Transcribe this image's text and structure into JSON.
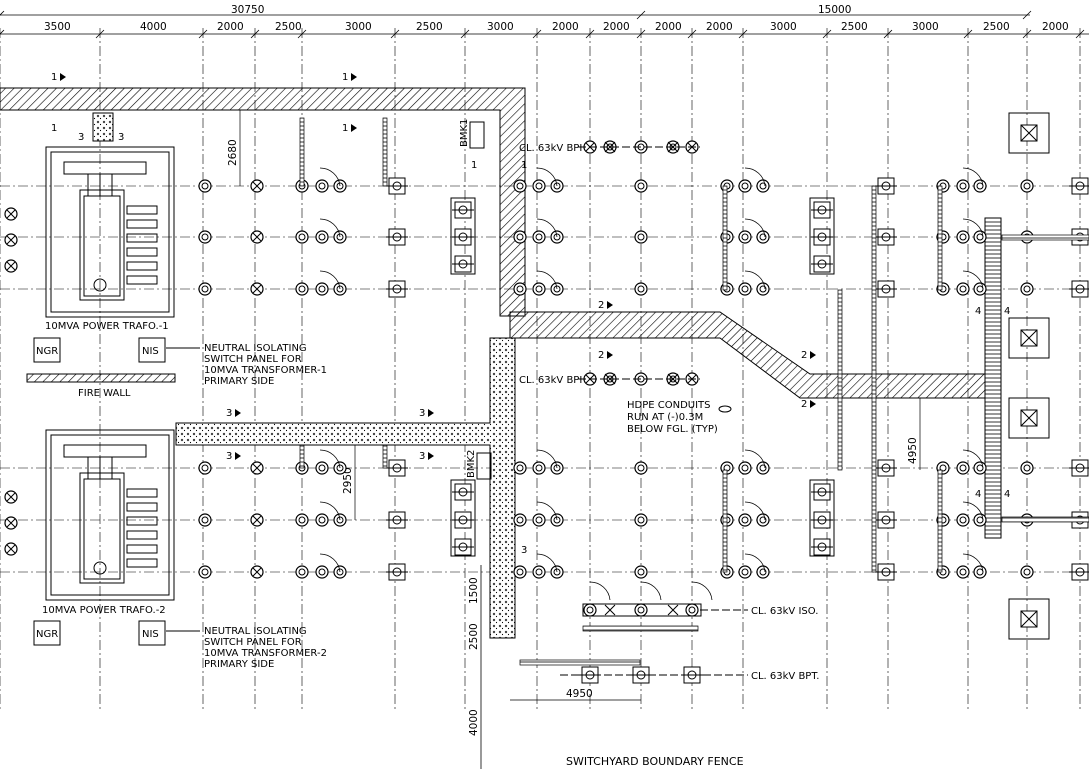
{
  "drawing": {
    "overall_dims": [
      "30750",
      "15000"
    ],
    "top_dims": [
      "3500",
      "4000",
      "2000",
      "2500",
      "3000",
      "2500",
      "3000",
      "2000",
      "2000",
      "2000",
      "2000",
      "3000",
      "2500",
      "3000",
      "2500",
      "2000"
    ],
    "vertical_dims": [
      "2680",
      "2950",
      "4950",
      "1500",
      "2500",
      "4000"
    ],
    "horizontal_dim": "4950",
    "bay_markers": {
      "m1": "1",
      "m2": "2",
      "m3": "3",
      "m4": "4"
    },
    "bmk1": "BMK1",
    "bmk2": "BMK2",
    "ngr": "NGR",
    "nis": "NIS",
    "trafo1": "10MVA POWER TRAFO.-1",
    "trafo2": "10MVA POWER TRAFO.-2",
    "nis_note1": [
      "NEUTRAL ISOLATING",
      "SWITCH PANEL FOR",
      "10MVA TRANSFORMER-1",
      "PRIMARY SIDE"
    ],
    "nis_note2": [
      "NEUTRAL ISOLATING",
      "SWITCH PANEL FOR",
      "10MVA TRANSFORMER-2",
      "PRIMARY SIDE"
    ],
    "fire_wall": "FIRE WALL",
    "cl_bpi_1": "CL. 63kV BPI",
    "cl_bpi_2": "CL. 63kV BPI",
    "cl_iso": "CL. 63kV ISO.",
    "cl_bpt": "CL. 63kV BPT.",
    "hdpe_note": [
      "HDPE CONDUITS",
      "RUN AT (-)0.3M",
      "BELOW FGL. (TYP)"
    ],
    "boundary": "SWITCHYARD BOUNDARY FENCE"
  }
}
